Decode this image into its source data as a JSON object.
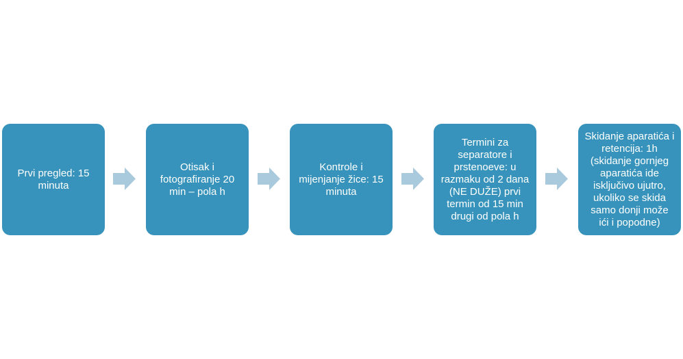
{
  "steps": [
    {
      "label": "Prvi pregled: 15\nminuta"
    },
    {
      "label": "Otisak i\nfotografiranje 20\nmin – pola h"
    },
    {
      "label": "Kontrole i\nmijenjanje žice: 15\nminuta"
    },
    {
      "label": "Termini za\nseparatore i\nprstenoeve: u\nrazmaku od 2 dana\n(NE DUŽE) prvi\ntermin od 15 min\ndrugi od pola h"
    },
    {
      "label": "Skidanje aparatića i\nretencija: 1h\n(skidanje gornjeg\naparatića ide\nisključivo ujutro,\nukoliko se skida\nsamo donji može\nići i popodne)"
    }
  ],
  "colors": {
    "step_fill": "#3793bb",
    "step_text": "#ffffff",
    "arrow_fill": "#a9c9dc"
  },
  "icons": {
    "connector": "right-arrow-icon"
  }
}
